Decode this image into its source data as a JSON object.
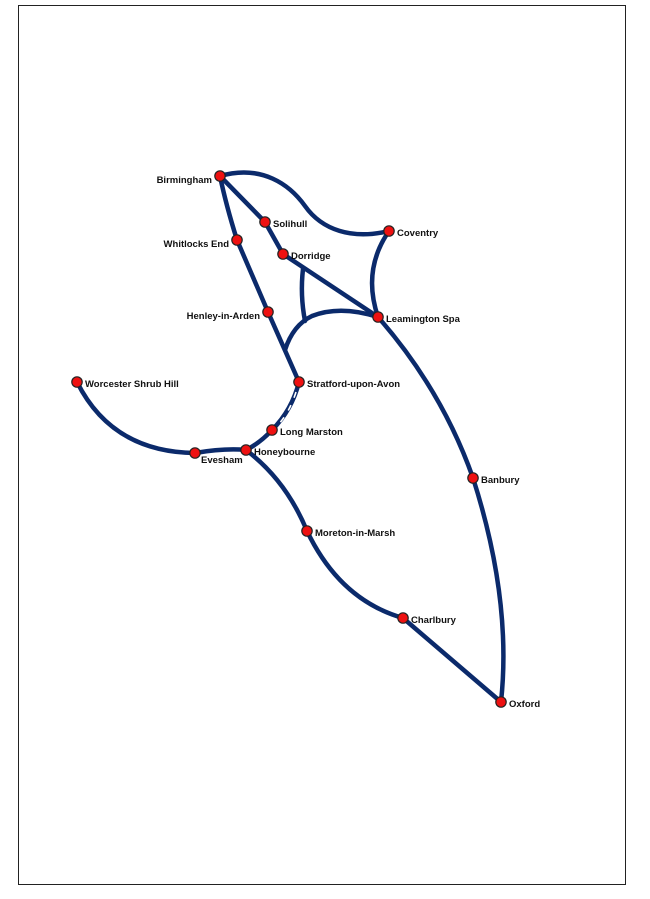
{
  "title": "Rail network map",
  "colors": {
    "line": "#0b2a6b",
    "station": "#ee1111"
  },
  "stations": [
    {
      "id": "birmingham",
      "name": "Birmingham"
    },
    {
      "id": "solihull",
      "name": "Solihull"
    },
    {
      "id": "whitlocks",
      "name": "Whitlocks End"
    },
    {
      "id": "dorridge",
      "name": "Dorridge"
    },
    {
      "id": "henley",
      "name": "Henley-in-Arden"
    },
    {
      "id": "coventry",
      "name": "Coventry"
    },
    {
      "id": "leamington",
      "name": "Leamington Spa"
    },
    {
      "id": "stratford",
      "name": "Stratford-upon-Avon"
    },
    {
      "id": "longmarston",
      "name": "Long Marston"
    },
    {
      "id": "honeybourne",
      "name": "Honeybourne"
    },
    {
      "id": "evesham",
      "name": "Evesham"
    },
    {
      "id": "worcester",
      "name": "Worcester Shrub Hill"
    },
    {
      "id": "moreton",
      "name": "Moreton-in-Marsh"
    },
    {
      "id": "charlbury",
      "name": "Charlbury"
    },
    {
      "id": "banbury",
      "name": "Banbury"
    },
    {
      "id": "oxford",
      "name": "Oxford"
    }
  ]
}
